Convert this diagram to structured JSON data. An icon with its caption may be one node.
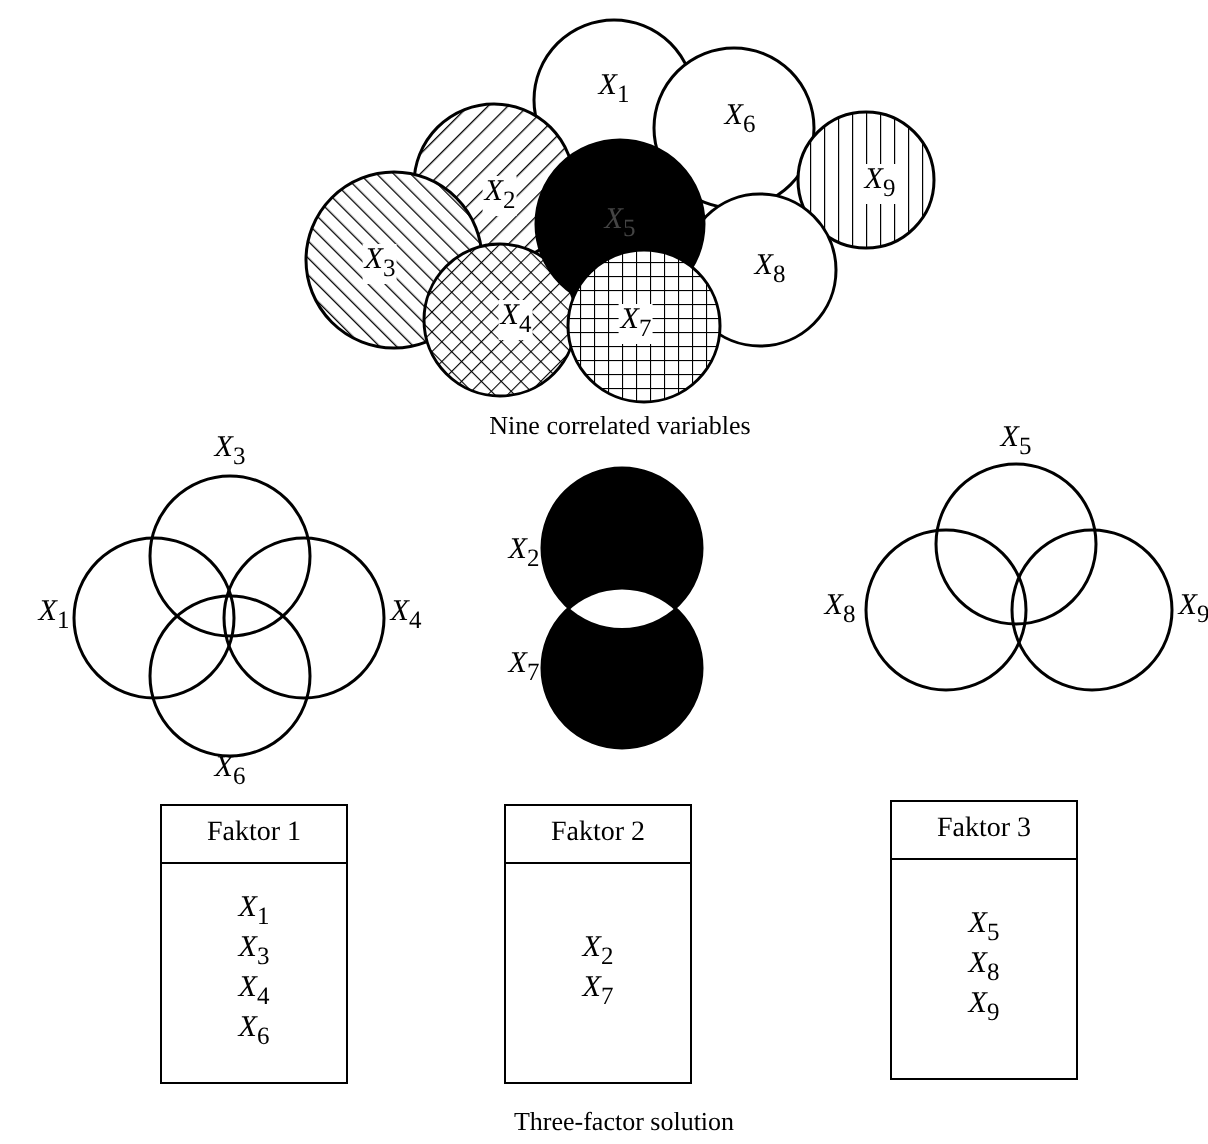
{
  "diagram": {
    "nodes": [
      {
        "text": [
          "*X*$_{1}$"
        ]
      },
      {
        "text": [
          "*X*$_{6}$"
        ]
      },
      {
        "text": [
          "*X*$_{9}$"
        ]
      },
      {
        "text": [
          "*X*$_{2}$"
        ]
      },
      {
        "text": [
          "*X*$_{3}$"
        ]
      },
      {
        "text": [
          "*X*$_{5}$"
        ]
      },
      {
        "text": [
          "*X*$_{8}$"
        ]
      },
      {
        "text": [
          "*X*$_{4}$"
        ]
      },
      {
        "text": [
          "*X*$_{7}$"
        ]
      },
      {
        "text": [
          "*X*$_{3}$"
        ]
      },
      {
        "text": [
          "*X*$_{1}$"
        ]
      },
      {
        "text": [
          "*X*$_{4}$"
        ]
      },
      {
        "text": [
          "*X*$_{6}$"
        ]
      },
      {
        "text": [
          "*X*$_{2}$"
        ]
      },
      {
        "text": [
          "*X*$_{7}$"
        ]
      },
      {
        "text": [
          "*X*$_{5}$"
        ]
      },
      {
        "text": [
          "*X*$_{8}$"
        ]
      },
      {
        "text": [
          "*X*$_{9}$"
        ]
      },
      {
        "text": [
          "Faktor 1",
          "*X*$_{1}$",
          "*X*$_{3}$",
          "*X*$_{4}$",
          "*X*$_{6}$"
        ]
      },
      {
        "text": [
          "Faktor 2",
          "*X*$_{2}$",
          "*X*$_{7}$"
        ]
      },
      {
        "text": [
          "Faktor 3",
          "*X*$_{5}$",
          "*X*$_{8}$",
          "*X*$_{9}$"
        ]
      }
    ],
    "edges": [],
    "labels": [
      "Nine correlated variables",
      "Three-factor solution"
    ]
  }
}
